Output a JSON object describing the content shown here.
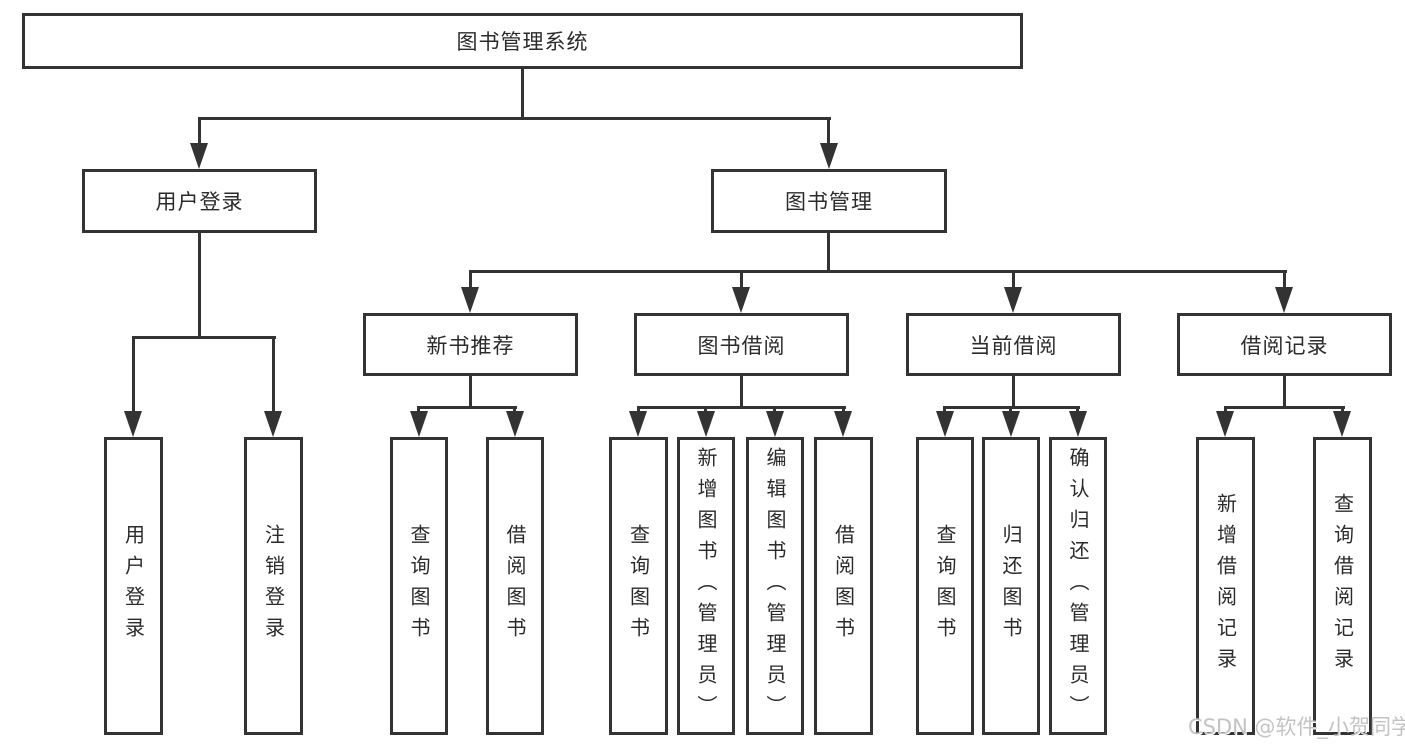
{
  "nodes": {
    "root": "图书管理系统",
    "user_login": "用户登录",
    "book_mgmt": "图书管理",
    "new_book_rec": "新书推荐",
    "book_borrow": "图书借阅",
    "current_borrow": "当前借阅",
    "borrow_records": "借阅记录"
  },
  "leaves": {
    "user_login": [
      "用户登录",
      "注销登录"
    ],
    "new_book_rec": [
      "查询图书",
      "借阅图书"
    ],
    "book_borrow": [
      "查询图书",
      "新增图书（管理员）",
      "编辑图书（管理员）",
      "借阅图书"
    ],
    "current_borrow": [
      "查询图书",
      "归还图书",
      "确认归还（管理员）"
    ],
    "borrow_records": [
      "新增借阅记录",
      "查询借阅记录"
    ]
  },
  "colors": {
    "line": "#333333",
    "text": "#2b2b2b",
    "background": "#ffffff",
    "watermark": "#c3c3c3"
  },
  "watermark": "CSDN @软件_小贺同学"
}
